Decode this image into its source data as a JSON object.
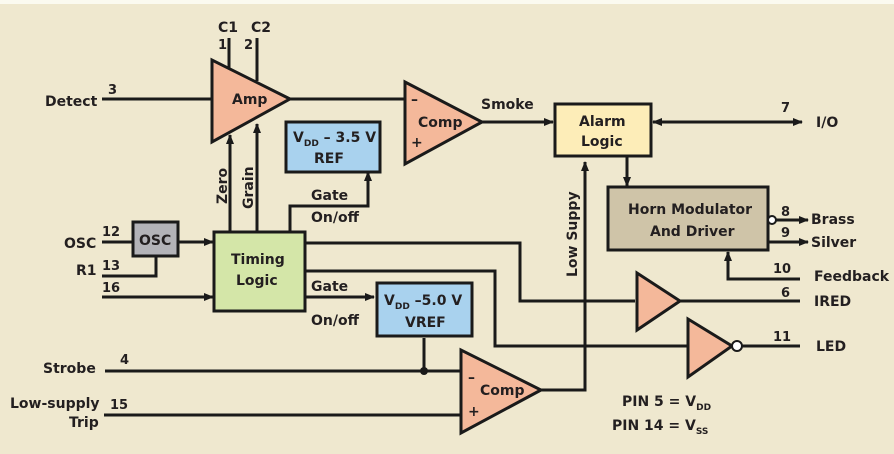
{
  "colors": {
    "background": "#efe8cf",
    "amplifier_fill": "#f4b89a",
    "reference_fill": "#a9d2ee",
    "timing_fill": "#d4e6a8",
    "alarm_fill": "#fdedb8",
    "horn_fill": "#cfc4a8",
    "osc_fill": "#b3b3b8",
    "line": "#1a1a1a"
  },
  "blocks": {
    "amp": "Amp",
    "comp_smoke": "Comp",
    "comp_lowsupply": "Comp",
    "ref35": {
      "v": "V",
      "sub": "DD",
      "rest": " – 3.5 V",
      "line2": "REF"
    },
    "vref50": {
      "v": "V",
      "sub": "DD",
      "rest": " –5.0 V",
      "line2": "VREF"
    },
    "alarm": {
      "line1": "Alarm",
      "line2": "Logic"
    },
    "horn": {
      "line1": "Horn Modulator",
      "line2": "And Driver"
    },
    "osc": "OSC",
    "timing": {
      "line1": "Timing",
      "line2": "Logic"
    },
    "minus": "–",
    "plus": "+"
  },
  "signals": {
    "detect": "Detect",
    "c1": "C1",
    "c2": "C2",
    "smoke": "Smoke",
    "io": "I/O",
    "zero": "Zero",
    "grain": "Grain",
    "gate1": "Gate",
    "onoff1": "On/off",
    "gate2": "Gate",
    "onoff2": "On/off",
    "low_suppy": "Low Suppy",
    "osc_in": "OSC",
    "r1": "R1",
    "brass": "Brass",
    "silver": "Silver",
    "feedback": "Feedback",
    "ired": "IRED",
    "led": "LED",
    "strobe": "Strobe",
    "low_supply": "Low-supply",
    "trip": "Trip"
  },
  "pins": {
    "p1": "1",
    "p2": "2",
    "p3": "3",
    "p4": "4",
    "p6": "6",
    "p7": "7",
    "p8": "8",
    "p9": "9",
    "p10": "10",
    "p11": "11",
    "p12": "12",
    "p13": "13",
    "p15": "15",
    "p16": "16"
  },
  "notes": {
    "pin5": {
      "text": "PIN 5 = V",
      "sub": "DD"
    },
    "pin14": {
      "text": "PIN 14 = V",
      "sub": "SS"
    }
  }
}
